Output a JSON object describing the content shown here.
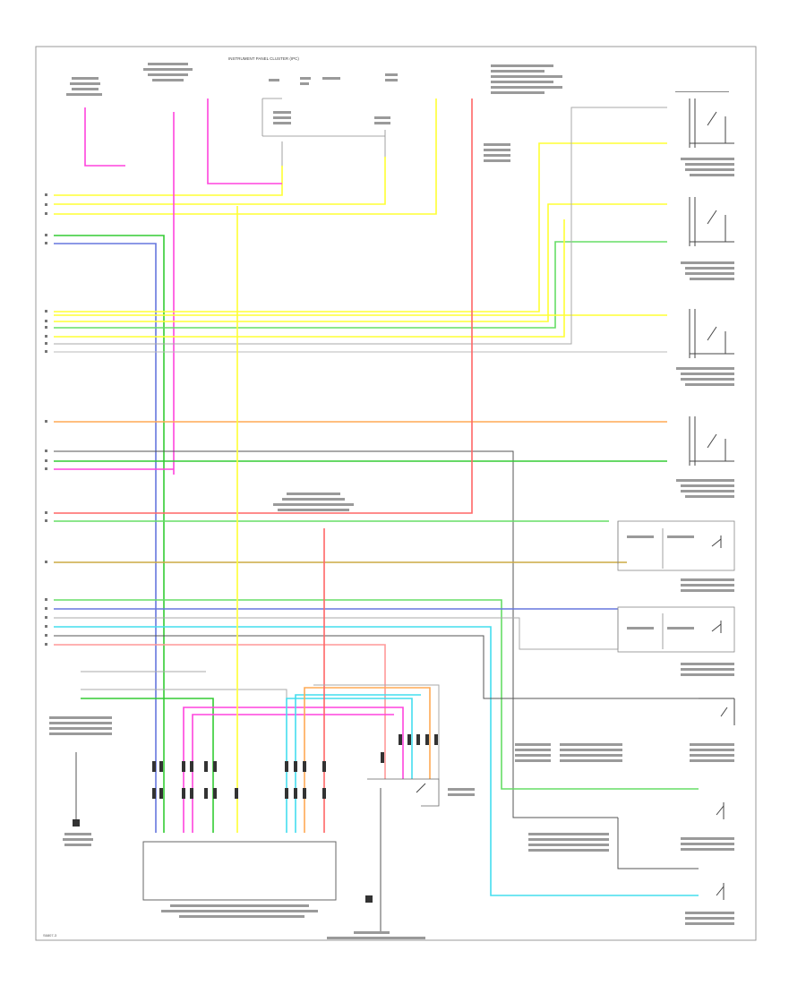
{
  "diagram": {
    "title": "INSTRUMENT PANEL CLUSTER (IPC)",
    "footer_code": "S6807-3",
    "colors": {
      "yellow": "#ffff33",
      "green": "#33cc33",
      "light_green": "#66dd66",
      "blue": "#6677dd",
      "pink": "#ff44dd",
      "red": "#ff6666",
      "orange": "#ffaa55",
      "tan": "#ccaa44",
      "cyan": "#44ddee",
      "gray": "#888888",
      "black": "#333333"
    },
    "components": [
      {
        "id": "left-rear-door-ajar-sw",
        "icon": "switch-icon"
      },
      {
        "id": "right-rear-door-ajar-sw",
        "icon": "switch-icon"
      },
      {
        "id": "left-front-door-ajar-sw",
        "icon": "switch-icon"
      },
      {
        "id": "right-front-door-ajar-sw",
        "icon": "switch-icon"
      },
      {
        "id": "left-rear-window-sw",
        "icon": "switch-icon"
      },
      {
        "id": "right-rear-window-sw",
        "icon": "switch-icon"
      },
      {
        "id": "rear-sw",
        "icon": "switch-icon"
      },
      {
        "id": "passenger-seat-sw",
        "icon": "switch-icon"
      },
      {
        "id": "left-rear-vent-sw",
        "icon": "switch-icon"
      },
      {
        "id": "right-rear-vent-sw",
        "icon": "switch-icon"
      },
      {
        "id": "module-box",
        "icon": "connector-icon"
      },
      {
        "id": "ground-left",
        "icon": "ground-icon"
      },
      {
        "id": "ground-center",
        "icon": "ground-icon"
      }
    ]
  }
}
